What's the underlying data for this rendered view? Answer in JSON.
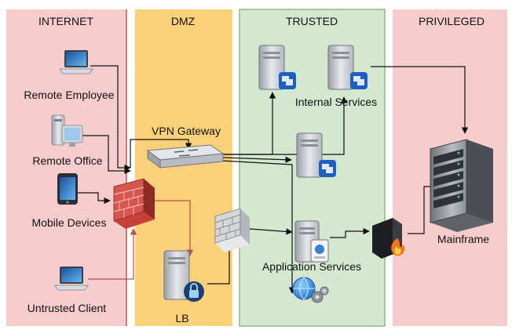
{
  "zones": {
    "internet": {
      "title": "INTERNET",
      "fill": "#f7cccd",
      "stroke": "#b8585a"
    },
    "dmz": {
      "title": "DMZ",
      "fill": "#fdd07a",
      "stroke": "#d7a638"
    },
    "trusted": {
      "title": "TRUSTED",
      "fill": "#d4e8cf",
      "stroke": "#8dba80"
    },
    "privileged": {
      "title": "PRIVILEGED",
      "fill": "#f7cccd",
      "stroke": "#e2a6a7"
    }
  },
  "nodes": {
    "remote_employee": {
      "label": "Remote Employee",
      "icon": "laptop-icon"
    },
    "remote_office": {
      "label": "Remote Office",
      "icon": "desktop-computer-icon"
    },
    "mobile_devices": {
      "label": "Mobile Devices",
      "icon": "tablet-icon"
    },
    "untrusted_client": {
      "label": "Untrusted Client",
      "icon": "laptop-icon"
    },
    "perimeter_firewall": {
      "icon": "brick-firewall-icon"
    },
    "vpn_gateway": {
      "label": "VPN Gateway",
      "icon": "router-icon"
    },
    "lb": {
      "label": "LB",
      "icon": "server-lock-icon"
    },
    "dmz_firewall": {
      "icon": "wall-firewall-icon"
    },
    "internal_services": {
      "label": "Internal Services",
      "icon": "server-windows-icon"
    },
    "application_services": {
      "label": "Application Services",
      "icon": "application-server-icon"
    },
    "web_services": {
      "icon": "globe-gears-icon"
    },
    "privileged_firewall": {
      "icon": "fire-appliance-icon"
    },
    "mainframe": {
      "label": "Mainframe",
      "icon": "server-rack-icon"
    }
  },
  "colors": {
    "wire": "#111111",
    "untrusted_wire": "#b5504a",
    "server_body": "#c9cdd2",
    "windows_badge": "#1e5fc2"
  }
}
